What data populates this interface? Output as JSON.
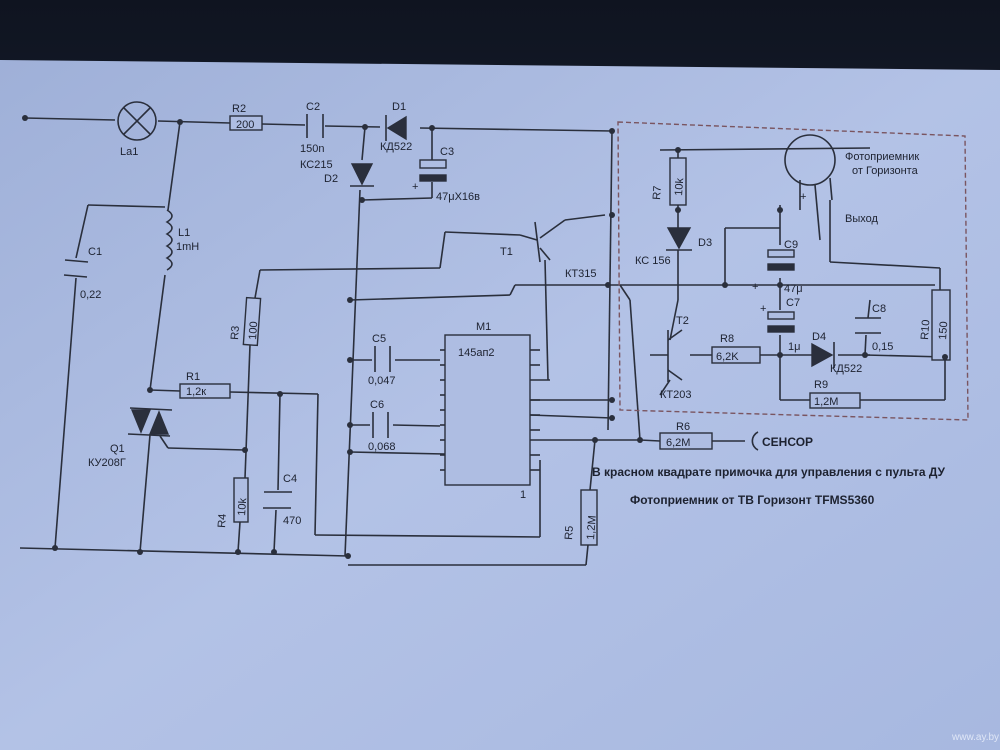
{
  "components": {
    "la1": "La1",
    "r2": "R2",
    "r2v": "200",
    "c2": "C2",
    "c2v": "150n",
    "d1": "D1",
    "d1v": "КД522",
    "kc215": "КС215",
    "d2": "D2",
    "c3": "C3",
    "c3v": "47μX16в",
    "c1": "C1",
    "c1v": "0,22",
    "l1": "L1",
    "l1v": "1mH",
    "t1": "T1",
    "kt315": "КТ315",
    "r3": "R3",
    "r3v": "100",
    "r1": "R1",
    "r1v": "1,2к",
    "q1": "Q1",
    "q1v": "КУ208Г",
    "c5": "C5",
    "c5v": "0,047",
    "c6": "C6",
    "c6v": "0,068",
    "m1": "M1",
    "m1v": "145ап2",
    "pin1": "1",
    "r4": "R4",
    "r4v": "10k",
    "c4": "C4",
    "c4v": "470",
    "r5": "R5",
    "r5v": "1,2M",
    "r6": "R6",
    "r6v": "6,2M",
    "sensor": "СЕНСОР",
    "r7": "R7",
    "r7v": "10k",
    "d3": "D3",
    "d3v": "КС 156",
    "c9": "C9",
    "c9v": "47μ",
    "c7": "C7",
    "c7v": "1μ",
    "c8": "C8",
    "c8v": "0,15",
    "t2": "T2",
    "kt203": "КТ203",
    "r8": "R8",
    "r8v": "6,2K",
    "d4": "D4",
    "d4v": "КД522",
    "r9": "R9",
    "r9v": "1,2M",
    "r10": "R10",
    "r10v": "150",
    "plus": "+"
  },
  "photodetector": {
    "line1": "Фотоприемник",
    "line2": "от Горизонта",
    "output": "Выход"
  },
  "notes": {
    "note1": "В красном квадрате примочка для управления с пульта ДУ",
    "note2": "Фотоприемник от ТВ Горизонт  TFMS5360"
  },
  "watermark": "www.ay.by",
  "colors": {
    "paper": "#aebde2",
    "ink": "#2a2f3c",
    "background": "#1c2230",
    "dashed_box": "#7a5560"
  }
}
